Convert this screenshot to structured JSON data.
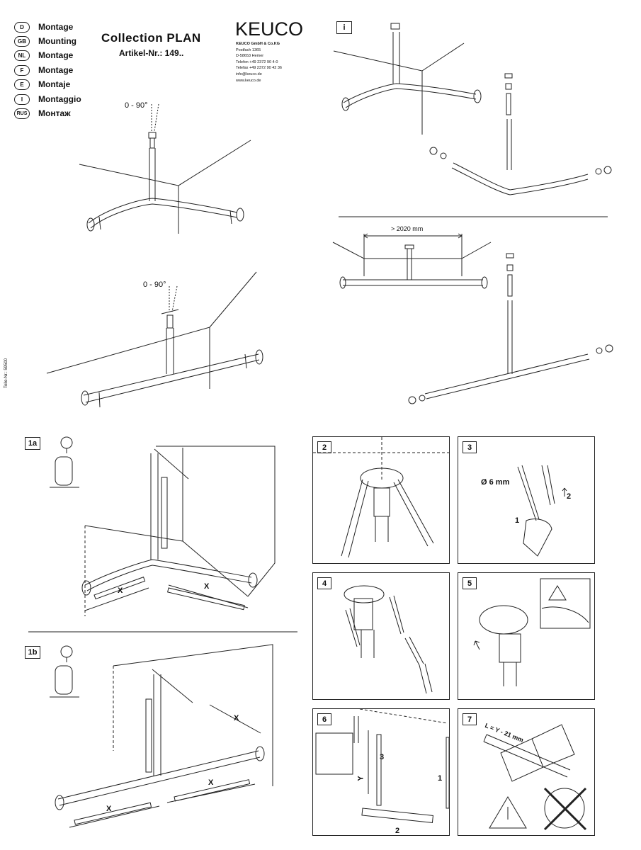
{
  "languages": [
    {
      "code": "D",
      "label": "Montage"
    },
    {
      "code": "GB",
      "label": "Mounting"
    },
    {
      "code": "NL",
      "label": "Montage"
    },
    {
      "code": "F",
      "label": "Montage"
    },
    {
      "code": "E",
      "label": "Montaje"
    },
    {
      "code": "I",
      "label": "Montaggio"
    },
    {
      "code": "RUS",
      "label": "Монтаж"
    }
  ],
  "header": {
    "title": "Collection  PLAN",
    "article": "Artikel-Nr.: 149.."
  },
  "brand": {
    "logo": "KEUCO",
    "address": [
      "KEUCO GmbH & Co.KG",
      "Postfach 1365",
      "D-58653 Hemer",
      "Telefon +49 2372 90 4-0",
      "Telefax +49 2372 90 42 36",
      "info@keuco.de",
      "www.keuco.de"
    ]
  },
  "side_text": "Teile-Nr.: 59500",
  "overview": {
    "angle_label_1": "0 - 90°",
    "angle_label_2": "0 - 90°",
    "info_tag": "i",
    "width_label": "> 2020 mm"
  },
  "steps": {
    "s1a": {
      "tag": "1a",
      "x1": "X",
      "x2": "X"
    },
    "s1b": {
      "tag": "1b",
      "x1": "X",
      "x2": "X",
      "x3": "X"
    },
    "s2": {
      "tag": "2"
    },
    "s3": {
      "tag": "3",
      "drill": "Ø 6 mm",
      "n1": "1",
      "n2": "2"
    },
    "s4": {
      "tag": "4"
    },
    "s5": {
      "tag": "5"
    },
    "s6": {
      "tag": "6",
      "y": "Y",
      "n1": "1",
      "n2": "2",
      "n3": "3"
    },
    "s7": {
      "tag": "7",
      "formula": "L = Y - 21 mm"
    }
  },
  "colors": {
    "line": "#222222",
    "fill": "#ffffff",
    "shade": "#cccccc"
  }
}
